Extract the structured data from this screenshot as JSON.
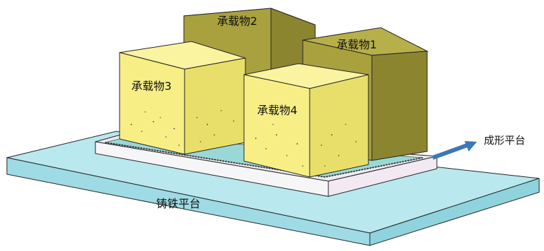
{
  "labels": {
    "carrier_1": "承载物1",
    "carrier_2": "承载物2",
    "carrier_3": "承载物3",
    "carrier_4": "承载物4",
    "forming_platform": "成形平台",
    "cast_iron_platform": "铸铁平台"
  },
  "colors": {
    "cast_iron_top": "#b9e8ee",
    "cast_iron_side": "#8fd3de",
    "forming_platform": "#ececf2",
    "forming_platform_inner": "#9ad8d8",
    "block_light_front": "#f7ef86",
    "block_light_side": "#d9cf5a",
    "block_light_top": "#faf3a0",
    "block_dark_front": "#a9a13e",
    "block_dark_side": "#8c8530",
    "block_dark_top": "#b7af4a",
    "arrow": "#3a78b8",
    "outline": "#222222"
  }
}
